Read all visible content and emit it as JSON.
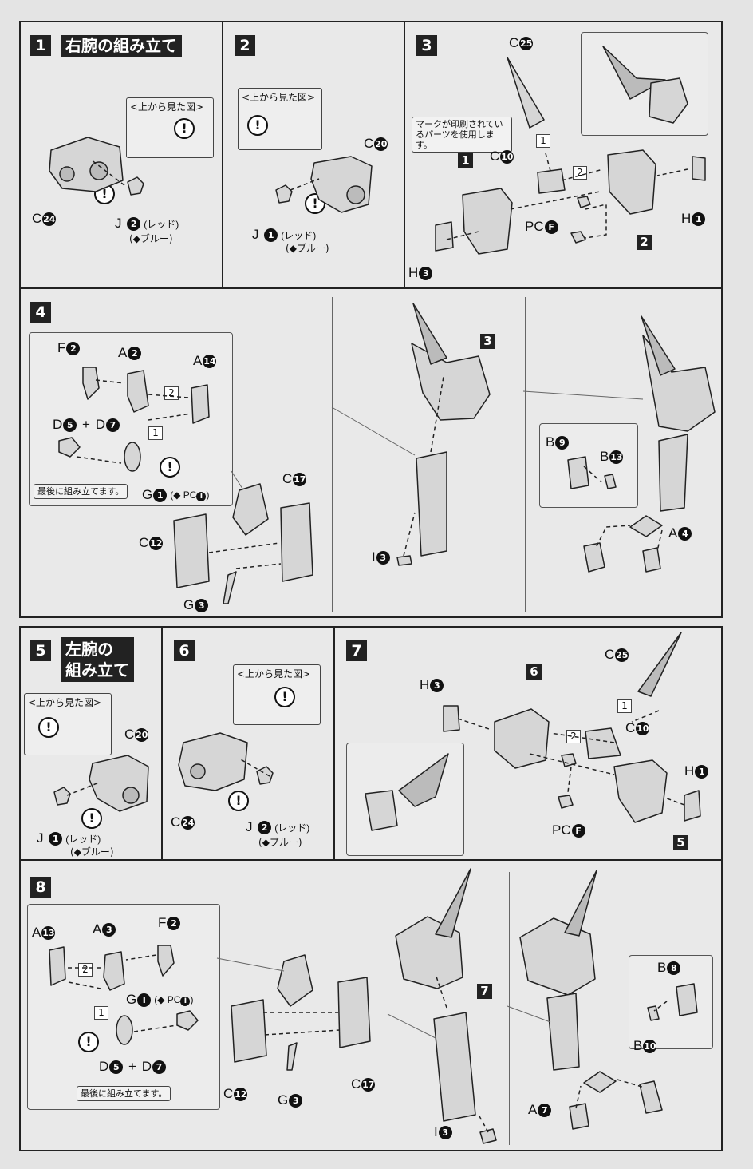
{
  "steps": {
    "s1": {
      "num": "1",
      "title": "右腕の組み立て"
    },
    "s2": {
      "num": "2"
    },
    "s3": {
      "num": "3"
    },
    "s4": {
      "num": "4"
    },
    "s5": {
      "num": "5",
      "title_line1": "左腕の",
      "title_line2": "組み立て"
    },
    "s6": {
      "num": "6"
    },
    "s7": {
      "num": "7"
    },
    "s8": {
      "num": "8"
    }
  },
  "labels": {
    "top_view": "<上から見た図>",
    "marked_part": "マークが印刷されているパーツを使用します。",
    "assemble_last": "最後に組み立てます。",
    "red": "(レッド)",
    "blue": "ブルー)",
    "blue_prefix": "(",
    "plus": "+",
    "pc_label": "PC",
    "seq1": "1",
    "seq2": "2",
    "excl": "!"
  },
  "parts": {
    "C": "C",
    "J": "J",
    "H": "H",
    "F": "F",
    "A": "A",
    "D": "D",
    "G": "G",
    "I": "I",
    "B": "B",
    "PC": "PC",
    "n1": "1",
    "n2": "2",
    "n3": "3",
    "n4": "4",
    "n5": "5",
    "n7": "7",
    "n8": "8",
    "n9": "9",
    "n10": "10",
    "n12": "12",
    "n13": "13",
    "n14": "14",
    "n17": "17",
    "n20": "20",
    "n24": "24",
    "n25": "25",
    "nF": "F",
    "nI": "I"
  },
  "refs": {
    "r1": "1",
    "r2": "2",
    "r3": "3",
    "r5": "5",
    "r6": "6",
    "r7": "7"
  }
}
